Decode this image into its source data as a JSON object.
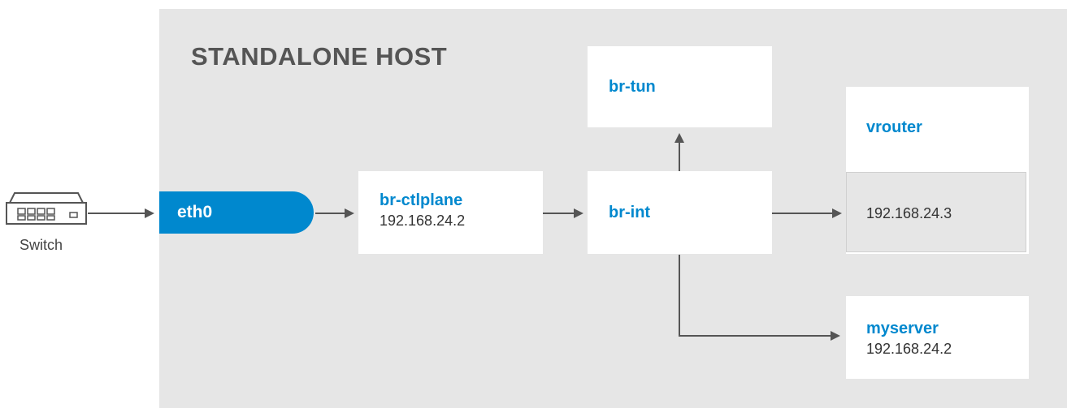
{
  "host": {
    "title": "STANDALONE HOST"
  },
  "switch": {
    "label": "Switch",
    "icon": "network-switch-icon"
  },
  "eth0": {
    "label": "eth0",
    "color": "#0088ce"
  },
  "br_ctlplane": {
    "title": "br-ctlplane",
    "ip": "192.168.24.2"
  },
  "br_int": {
    "title": "br-int"
  },
  "br_tun": {
    "title": "br-tun"
  },
  "vrouter": {
    "title": "vrouter",
    "ip": "192.168.24.3"
  },
  "myserver": {
    "title": "myserver",
    "ip": "192.168.24.2"
  },
  "colors": {
    "accent": "#0088ce",
    "host_bg": "#e6e6e6",
    "arrow": "#555555"
  }
}
